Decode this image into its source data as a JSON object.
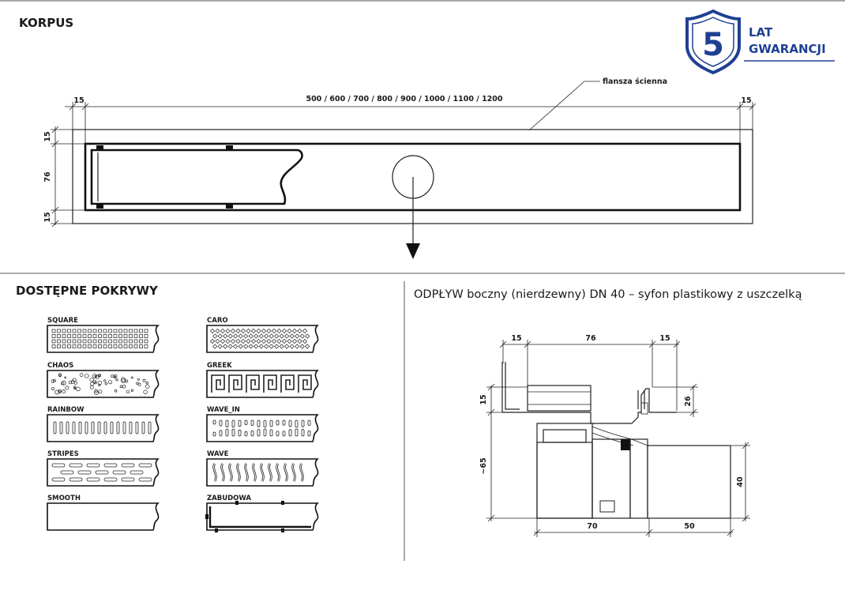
{
  "sections": {
    "korpus": "KORPUS",
    "covers": "DOSTĘPNE POKRYWY",
    "outlet": "ODPŁYW boczny (nierdzewny) DN 40 – syfon plastikowy z uszczelką"
  },
  "badge": {
    "number": "5",
    "line1": "LAT",
    "line2": "GWARANCJI",
    "color": "#1f3f93"
  },
  "korpus": {
    "flange_label": "flansza ścienna",
    "length_dim": "500 / 600 / 700 / 800 / 900 / 1000 / 1100 / 1200",
    "left_dim": "15",
    "right_dim": "15",
    "top_dim": "15",
    "middle_dim": "76",
    "bottom_dim": "15"
  },
  "covers": [
    {
      "label": "SQUARE",
      "pattern": "square"
    },
    {
      "label": "CARO",
      "pattern": "caro"
    },
    {
      "label": "CHAOS",
      "pattern": "chaos"
    },
    {
      "label": "GREEK",
      "pattern": "greek"
    },
    {
      "label": "RAINBOW",
      "pattern": "rainbow"
    },
    {
      "label": "WAVE_IN",
      "pattern": "wave_in"
    },
    {
      "label": "STRIPES",
      "pattern": "stripes"
    },
    {
      "label": "WAVE",
      "pattern": "wave"
    },
    {
      "label": "SMOOTH",
      "pattern": "smooth"
    },
    {
      "label": "ZABUDOWA",
      "pattern": "zabudowa"
    }
  ],
  "outlet": {
    "dim_top_left": "15",
    "dim_top_mid": "76",
    "dim_top_right": "15",
    "dim_left_upper": "15",
    "dim_left_lower": "~65",
    "dim_right_upper": "26",
    "dim_right_lower": "40",
    "dim_bottom_left": "70",
    "dim_bottom_right": "50"
  }
}
